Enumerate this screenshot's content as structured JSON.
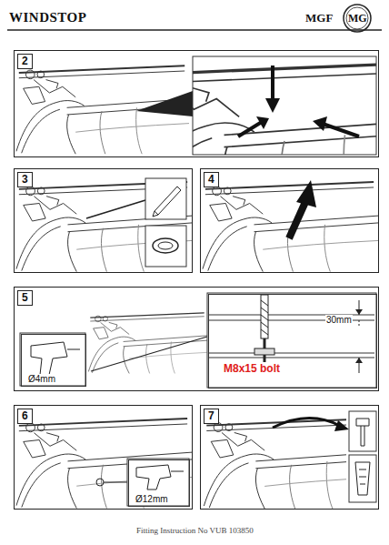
{
  "diagram": {
    "title": "WINDSTOP",
    "caption": "Fitting Instruction No VUB 103850",
    "nodes": [
      {
        "text": [
          "2"
        ]
      },
      {
        "text": [
          "3"
        ]
      },
      {
        "text": [
          "4"
        ]
      },
      {
        "text": [
          "5"
        ]
      },
      {
        "text": [
          "Ø4mm"
        ],
        "in": 3
      },
      {
        "text": [
          "30mm"
        ],
        "in": 3
      },
      {
        "text": [
          "6"
        ]
      },
      {
        "text": [
          "Ø12mm"
        ],
        "in": 6
      },
      {
        "text": [
          "7"
        ]
      }
    ],
    "labels": [
      "MGF",
      "MG",
      "M8x15 bolt"
    ]
  }
}
